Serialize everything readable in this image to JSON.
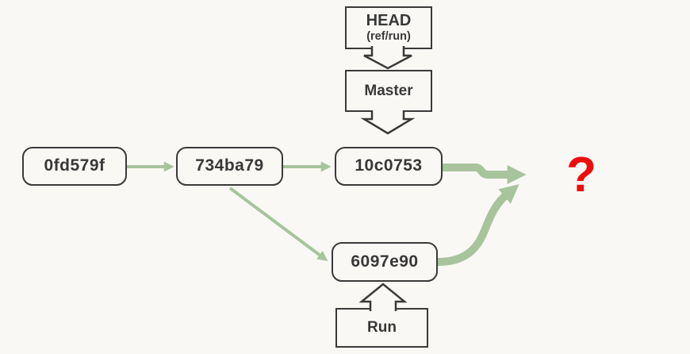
{
  "diagram": {
    "description": "git commit graph with HEAD ref and unknown next commit",
    "colors": {
      "background": "#faf8f5",
      "box_border": "#3a3a3a",
      "text": "#383838",
      "arrow_green": "#a7c49d",
      "question_red": "#ee0d0d"
    },
    "nodes": {
      "head": {
        "title": "HEAD",
        "subtitle": "(ref/run)"
      },
      "master": {
        "label": "Master"
      },
      "run": {
        "label": "Run"
      },
      "commits": [
        {
          "id": "0fd579f"
        },
        {
          "id": "734ba79"
        },
        {
          "id": "10c0753"
        },
        {
          "id": "6097e90"
        }
      ],
      "unknown": {
        "label": "?"
      }
    },
    "edges": {
      "commit_flow": [
        "0fd579f -> 734ba79",
        "734ba79 -> 10c0753",
        "734ba79 -> 6097e90",
        "10c0753 -> ?",
        "6097e90 -> ?"
      ],
      "ref_pointers": [
        "HEAD (ref/run) -> Master",
        "Master -> 10c0753",
        "Run -> 6097e90"
      ]
    }
  }
}
